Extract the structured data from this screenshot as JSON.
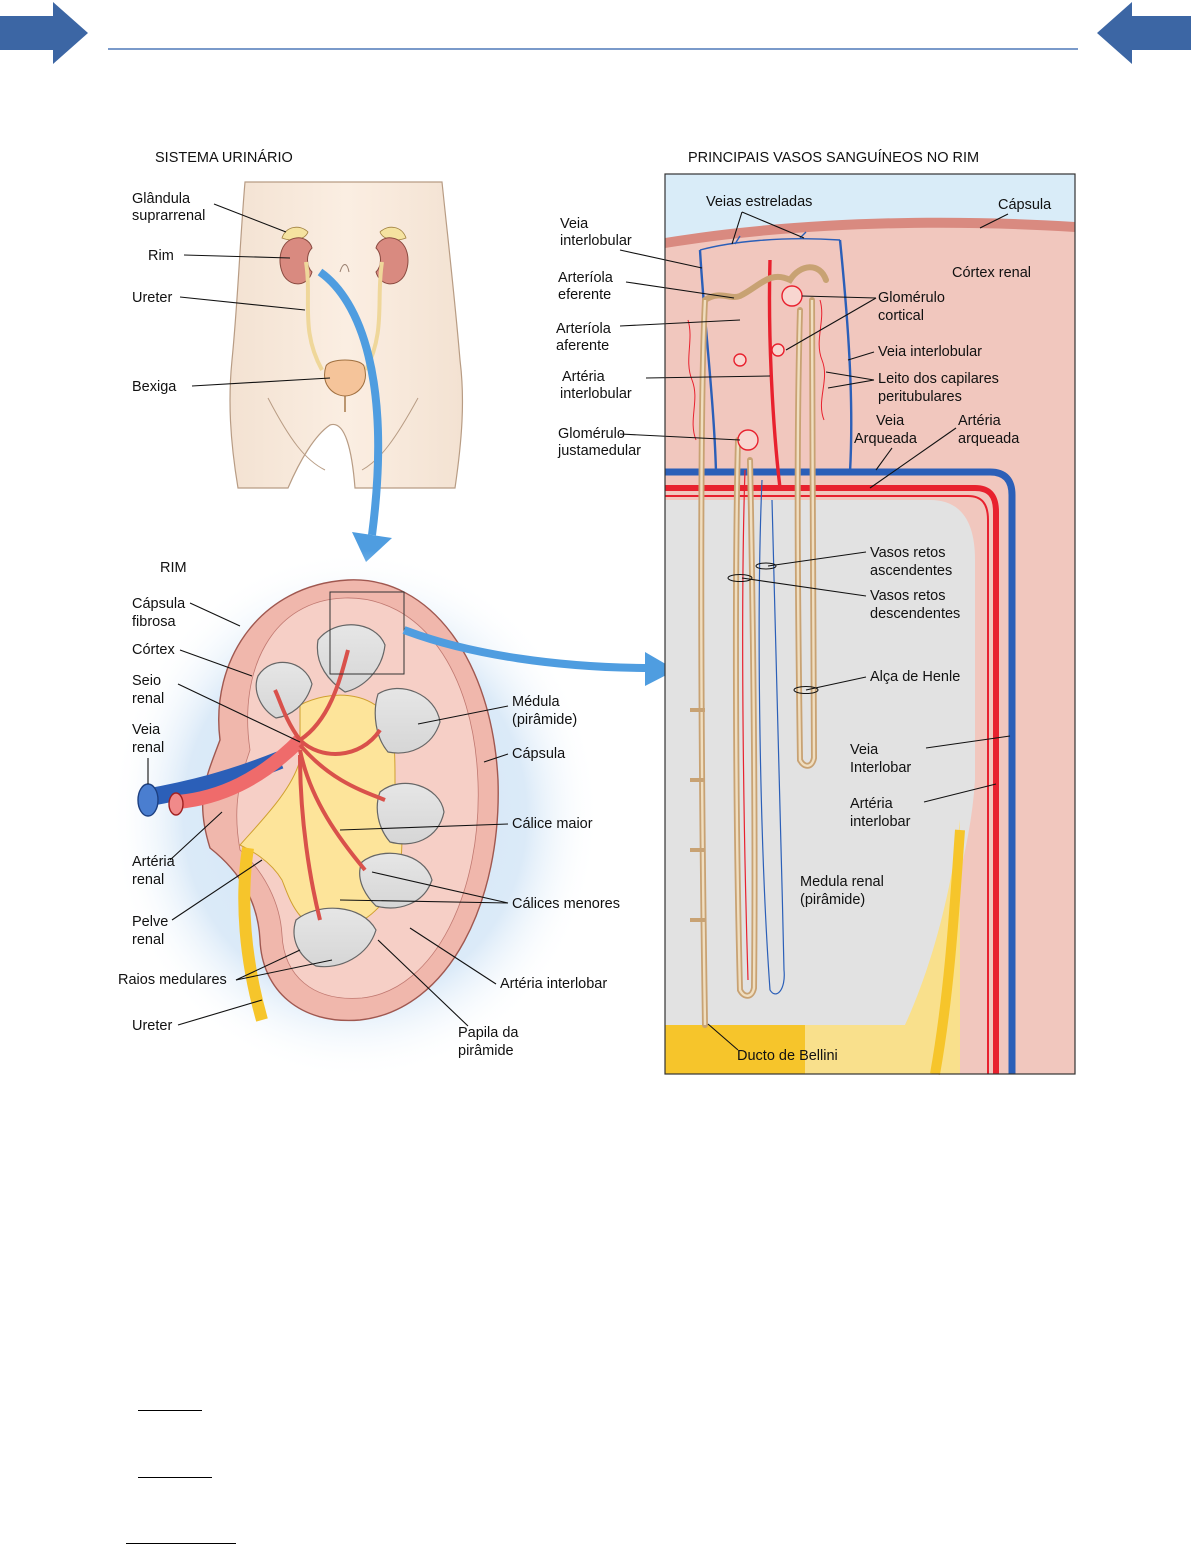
{
  "colors": {
    "nav_arrow": "#3c66a4",
    "header_rule": "#4e78b8",
    "artery": "#e8212e",
    "vein": "#2b5fb8",
    "tubule": "#c8a273",
    "cortex": "#f1c7be",
    "medulla": "#e2e2e2",
    "capsule_sky": "#d9ecf8",
    "pelvis_yellow": "#f6c52b",
    "flow_arrow": "#4f9de0"
  },
  "nav": {
    "next_icon": "arrow-right-icon",
    "prev_icon": "arrow-left-icon"
  },
  "left_diagram": {
    "title_system": "SISTEMA URINÁRIO",
    "system_labels": [
      {
        "l1": "Glândula",
        "l2": "suprarrenal"
      },
      {
        "l1": "Rim",
        "l2": ""
      },
      {
        "l1": "Ureter",
        "l2": ""
      },
      {
        "l1": "Bexiga",
        "l2": ""
      }
    ],
    "title_kidney": "RIM",
    "kidney_labels_left": [
      {
        "l1": "Cápsula",
        "l2": "fibrosa"
      },
      {
        "l1": "Córtex",
        "l2": ""
      },
      {
        "l1": "Seio",
        "l2": "renal"
      },
      {
        "l1": "Veia",
        "l2": "renal"
      },
      {
        "l1": "Artéria",
        "l2": "renal"
      },
      {
        "l1": "Pelve",
        "l2": "renal"
      },
      {
        "l1": "Raios medulares",
        "l2": ""
      },
      {
        "l1": "Ureter",
        "l2": ""
      }
    ],
    "kidney_labels_right": [
      {
        "l1": "Médula",
        "l2": "(pirâmide)"
      },
      {
        "l1": "Cápsula",
        "l2": ""
      },
      {
        "l1": "Cálice maior",
        "l2": ""
      },
      {
        "l1": "Cálices menores",
        "l2": ""
      },
      {
        "l1": "Artéria interlobar",
        "l2": ""
      },
      {
        "l1": "Papila da",
        "l2": "pirâmide"
      }
    ]
  },
  "right_diagram": {
    "title": "PRINCIPAIS VASOS SANGUÍNEOS NO RIM",
    "labels_outside": [
      {
        "l1": "Veia",
        "l2": "interlobular"
      },
      {
        "l1": "Arteríola",
        "l2": "eferente"
      },
      {
        "l1": "Arteríola",
        "l2": "aferente"
      },
      {
        "l1": "Artéria",
        "l2": "interlobular"
      },
      {
        "l1": "Glomérulo",
        "l2": "justamedular"
      }
    ],
    "labels_inside": [
      {
        "l1": "Veias estreladas",
        "l2": ""
      },
      {
        "l1": "Cápsula",
        "l2": ""
      },
      {
        "l1": "Córtex renal",
        "l2": ""
      },
      {
        "l1": "Glomérulo",
        "l2": "cortical"
      },
      {
        "l1": "Veia interlobular",
        "l2": ""
      },
      {
        "l1": "Leito dos capilares",
        "l2": "peritubulares"
      },
      {
        "l1": "Veia",
        "l2": "Arqueada"
      },
      {
        "l1": "Artéria",
        "l2": "arqueada"
      },
      {
        "l1": "Vasos retos",
        "l2": "ascendentes"
      },
      {
        "l1": "Vasos retos",
        "l2": "descendentes"
      },
      {
        "l1": "Alça de Henle",
        "l2": ""
      },
      {
        "l1": "Veia",
        "l2": "Interlobar"
      },
      {
        "l1": "Artéria",
        "l2": "interlobar"
      },
      {
        "l1": "Medula renal",
        "l2": "(pirâmide)"
      },
      {
        "l1": "Ducto de Bellini",
        "l2": ""
      }
    ]
  }
}
